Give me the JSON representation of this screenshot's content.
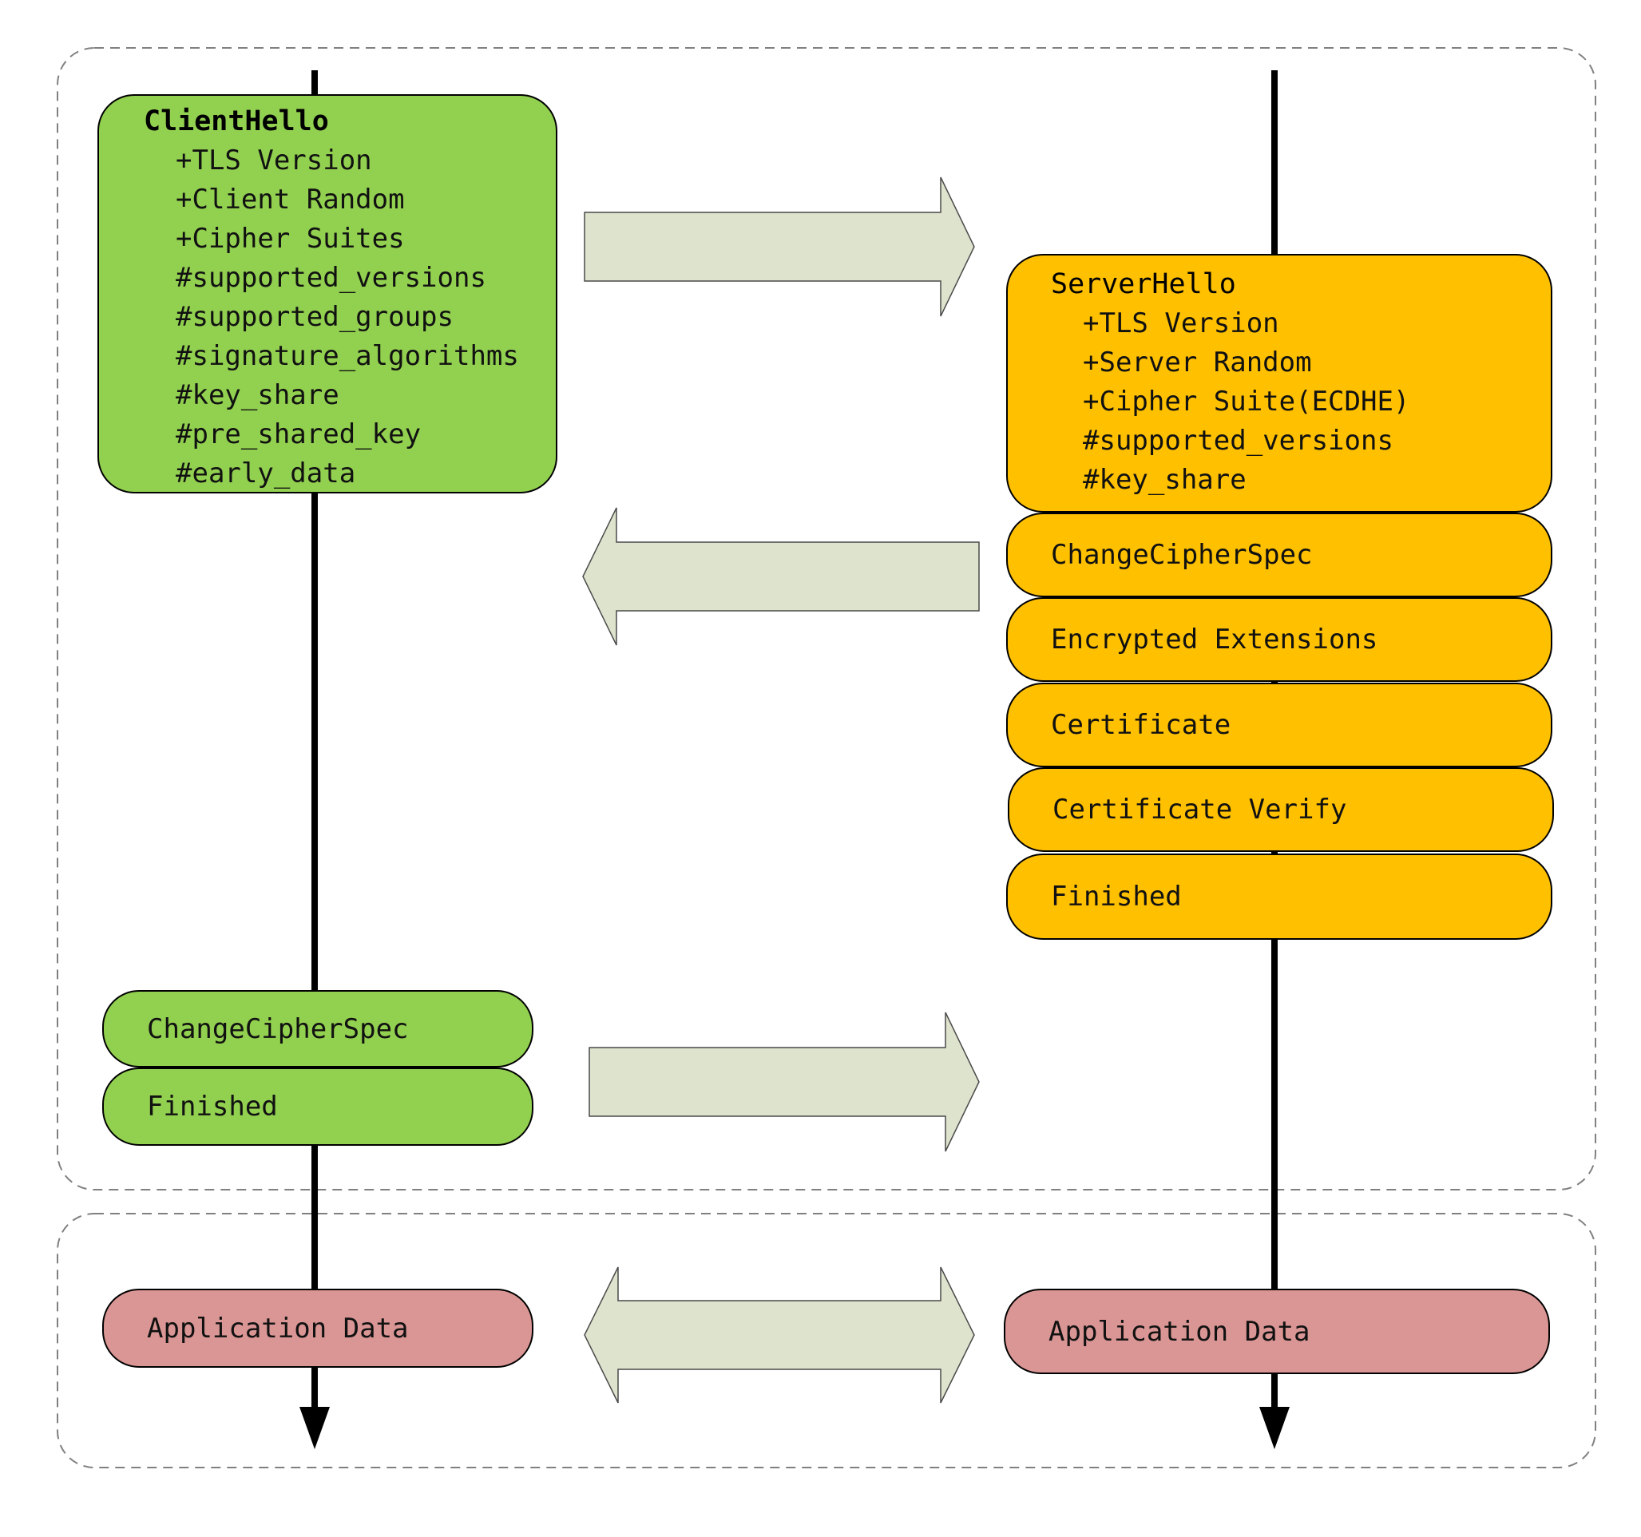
{
  "client_hello": {
    "title": "ClientHello",
    "fields": [
      "+TLS Version",
      "+Client Random",
      "+Cipher Suites",
      "#supported_versions",
      "#supported_groups",
      "#signature_algorithms",
      "#key_share",
      "#pre_shared_key",
      "#early_data"
    ]
  },
  "server_hello": {
    "title": "ServerHello",
    "fields": [
      "+TLS Version",
      "+Server Random",
      "+Cipher Suite(ECDHE)",
      "#supported_versions",
      "#key_share"
    ]
  },
  "server_messages": [
    "ChangeCipherSpec",
    "Encrypted Extensions",
    "Certificate",
    "Certificate Verify",
    "Finished"
  ],
  "client_messages": [
    "ChangeCipherSpec",
    "Finished"
  ],
  "application_data": {
    "client": "Application Data",
    "server": "Application Data"
  },
  "colors": {
    "client": "#92d050",
    "server": "#ffc000",
    "app_data": "#d99694",
    "arrow_fill": "#dde3cc",
    "group_border": "#808080"
  }
}
